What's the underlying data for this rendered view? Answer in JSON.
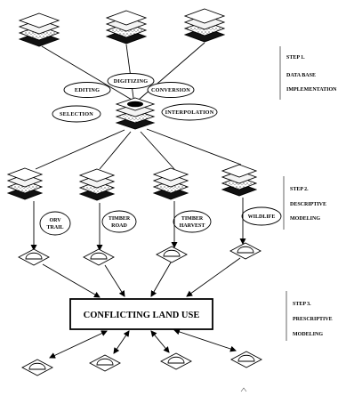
{
  "operations": [
    "EDITING",
    "DIGITIZING",
    "CONVERSION",
    "SELECTION",
    "INTERPOLATION"
  ],
  "themes": [
    [
      "ORV",
      "TRAIL"
    ],
    [
      "TIMBER",
      "ROAD"
    ],
    [
      "TIMBER",
      "HARVEST"
    ],
    [
      "WILDLIFE"
    ]
  ],
  "steps": [
    [
      "STEP 1.",
      "DATA BASE",
      "IMPLEMENTATION"
    ],
    [
      "STEP 2.",
      "DESCRIPTIVE",
      "MODELING"
    ],
    [
      "STEP 3.",
      "PRESCRIPTIVE",
      "MODELING"
    ]
  ],
  "center_title": "CONFLICTING LAND USE"
}
